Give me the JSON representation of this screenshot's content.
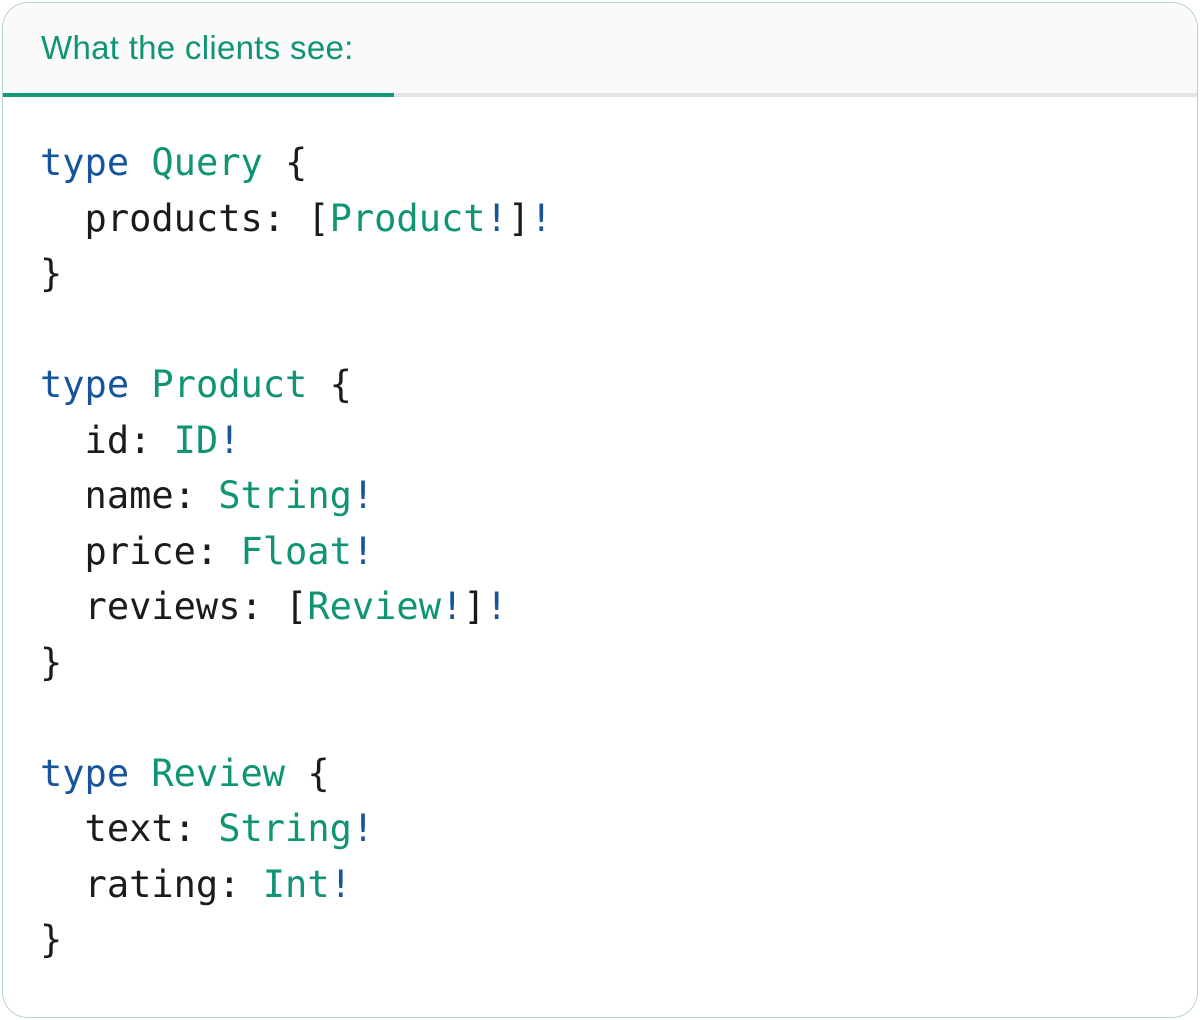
{
  "card": {
    "tab": {
      "label": "What the clients see:"
    }
  },
  "colors": {
    "teal": "#0F9474",
    "keyword": "#17549B",
    "type": "#0F9474",
    "bang": "#17549B",
    "text": "#1B1B1B",
    "tab-text": "#0F9474",
    "tab-underline": "#14997B",
    "divider": "#E4E4E4",
    "tabbar-bg": "#FAFAFA",
    "card-bg": "#FFFFFF",
    "card-border": "#B4D6C4"
  },
  "code": {
    "language": "graphql",
    "lines": [
      {
        "tokens": [
          {
            "c": "kw",
            "t": "type"
          },
          {
            "c": "plain",
            "t": " "
          },
          {
            "c": "type",
            "t": "Query"
          },
          {
            "c": "plain",
            "t": " {"
          }
        ]
      },
      {
        "tokens": [
          {
            "c": "plain",
            "t": "  products: ["
          },
          {
            "c": "type",
            "t": "Product"
          },
          {
            "c": "bang",
            "t": "!"
          },
          {
            "c": "plain",
            "t": "]"
          },
          {
            "c": "bang",
            "t": "!"
          }
        ]
      },
      {
        "tokens": [
          {
            "c": "plain",
            "t": "}"
          }
        ]
      },
      {
        "tokens": []
      },
      {
        "tokens": [
          {
            "c": "kw",
            "t": "type"
          },
          {
            "c": "plain",
            "t": " "
          },
          {
            "c": "type",
            "t": "Product"
          },
          {
            "c": "plain",
            "t": " {"
          }
        ]
      },
      {
        "tokens": [
          {
            "c": "plain",
            "t": "  id: "
          },
          {
            "c": "type",
            "t": "ID"
          },
          {
            "c": "bang",
            "t": "!"
          }
        ]
      },
      {
        "tokens": [
          {
            "c": "plain",
            "t": "  name: "
          },
          {
            "c": "type",
            "t": "String"
          },
          {
            "c": "bang",
            "t": "!"
          }
        ]
      },
      {
        "tokens": [
          {
            "c": "plain",
            "t": "  price: "
          },
          {
            "c": "type",
            "t": "Float"
          },
          {
            "c": "bang",
            "t": "!"
          }
        ]
      },
      {
        "tokens": [
          {
            "c": "plain",
            "t": "  reviews: ["
          },
          {
            "c": "type",
            "t": "Review"
          },
          {
            "c": "bang",
            "t": "!"
          },
          {
            "c": "plain",
            "t": "]"
          },
          {
            "c": "bang",
            "t": "!"
          }
        ]
      },
      {
        "tokens": [
          {
            "c": "plain",
            "t": "}"
          }
        ]
      },
      {
        "tokens": []
      },
      {
        "tokens": [
          {
            "c": "kw",
            "t": "type"
          },
          {
            "c": "plain",
            "t": " "
          },
          {
            "c": "type",
            "t": "Review"
          },
          {
            "c": "plain",
            "t": " {"
          }
        ]
      },
      {
        "tokens": [
          {
            "c": "plain",
            "t": "  text: "
          },
          {
            "c": "type",
            "t": "String"
          },
          {
            "c": "bang",
            "t": "!"
          }
        ]
      },
      {
        "tokens": [
          {
            "c": "plain",
            "t": "  rating: "
          },
          {
            "c": "type",
            "t": "Int"
          },
          {
            "c": "bang",
            "t": "!"
          }
        ]
      },
      {
        "tokens": [
          {
            "c": "plain",
            "t": "}"
          }
        ]
      }
    ]
  }
}
